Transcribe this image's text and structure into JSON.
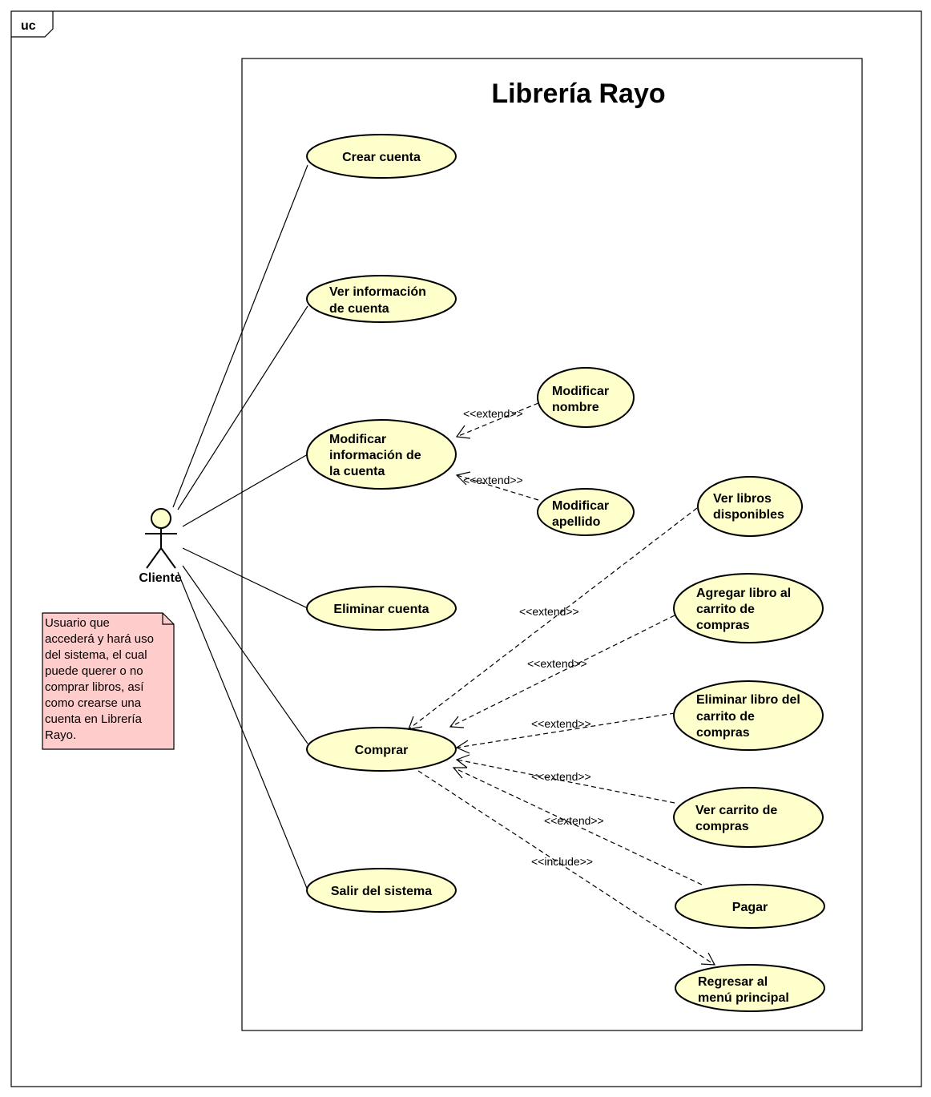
{
  "frame": {
    "tag": "uc"
  },
  "system": {
    "title": "Librería Rayo"
  },
  "actor": {
    "name": "Cliente"
  },
  "note": {
    "lines": [
      "Usuario que",
      "accederá y hará uso",
      "del sistema, el cual",
      "puede querer o no",
      "comprar libros, así",
      "como crearse una",
      "cuenta en Librería",
      "Rayo."
    ]
  },
  "use_cases": {
    "crear_cuenta": [
      "Crear cuenta"
    ],
    "ver_info": [
      "Ver información",
      "de cuenta"
    ],
    "modificar_info": [
      "Modificar",
      "información de",
      "la cuenta"
    ],
    "modificar_nombre": [
      "Modificar",
      "nombre"
    ],
    "modificar_apellido": [
      "Modificar",
      "apellido"
    ],
    "eliminar_cuenta": [
      "Eliminar cuenta"
    ],
    "comprar": [
      "Comprar"
    ],
    "salir": [
      "Salir del sistema"
    ],
    "ver_libros": [
      "Ver libros",
      "disponibles"
    ],
    "agregar_libro": [
      "Agregar libro al",
      "carrito de",
      "compras"
    ],
    "eliminar_libro": [
      "Eliminar libro del",
      "carrito de",
      "compras"
    ],
    "ver_carrito": [
      "Ver carrito de",
      "compras"
    ],
    "pagar": [
      "Pagar"
    ],
    "regresar": [
      "Regresar al",
      "menú principal"
    ]
  },
  "relations": {
    "extend_nombre": "<<extend>>",
    "extend_apellido": "<<extend>>",
    "extend_ver_libros": "<<extend>>",
    "extend_agregar": "<<extend>>",
    "extend_eliminar": "<<extend>>",
    "extend_ver_carrito": "<<extend>>",
    "extend_pagar": "<<extend>>",
    "include_regresar": "<<include>>"
  }
}
